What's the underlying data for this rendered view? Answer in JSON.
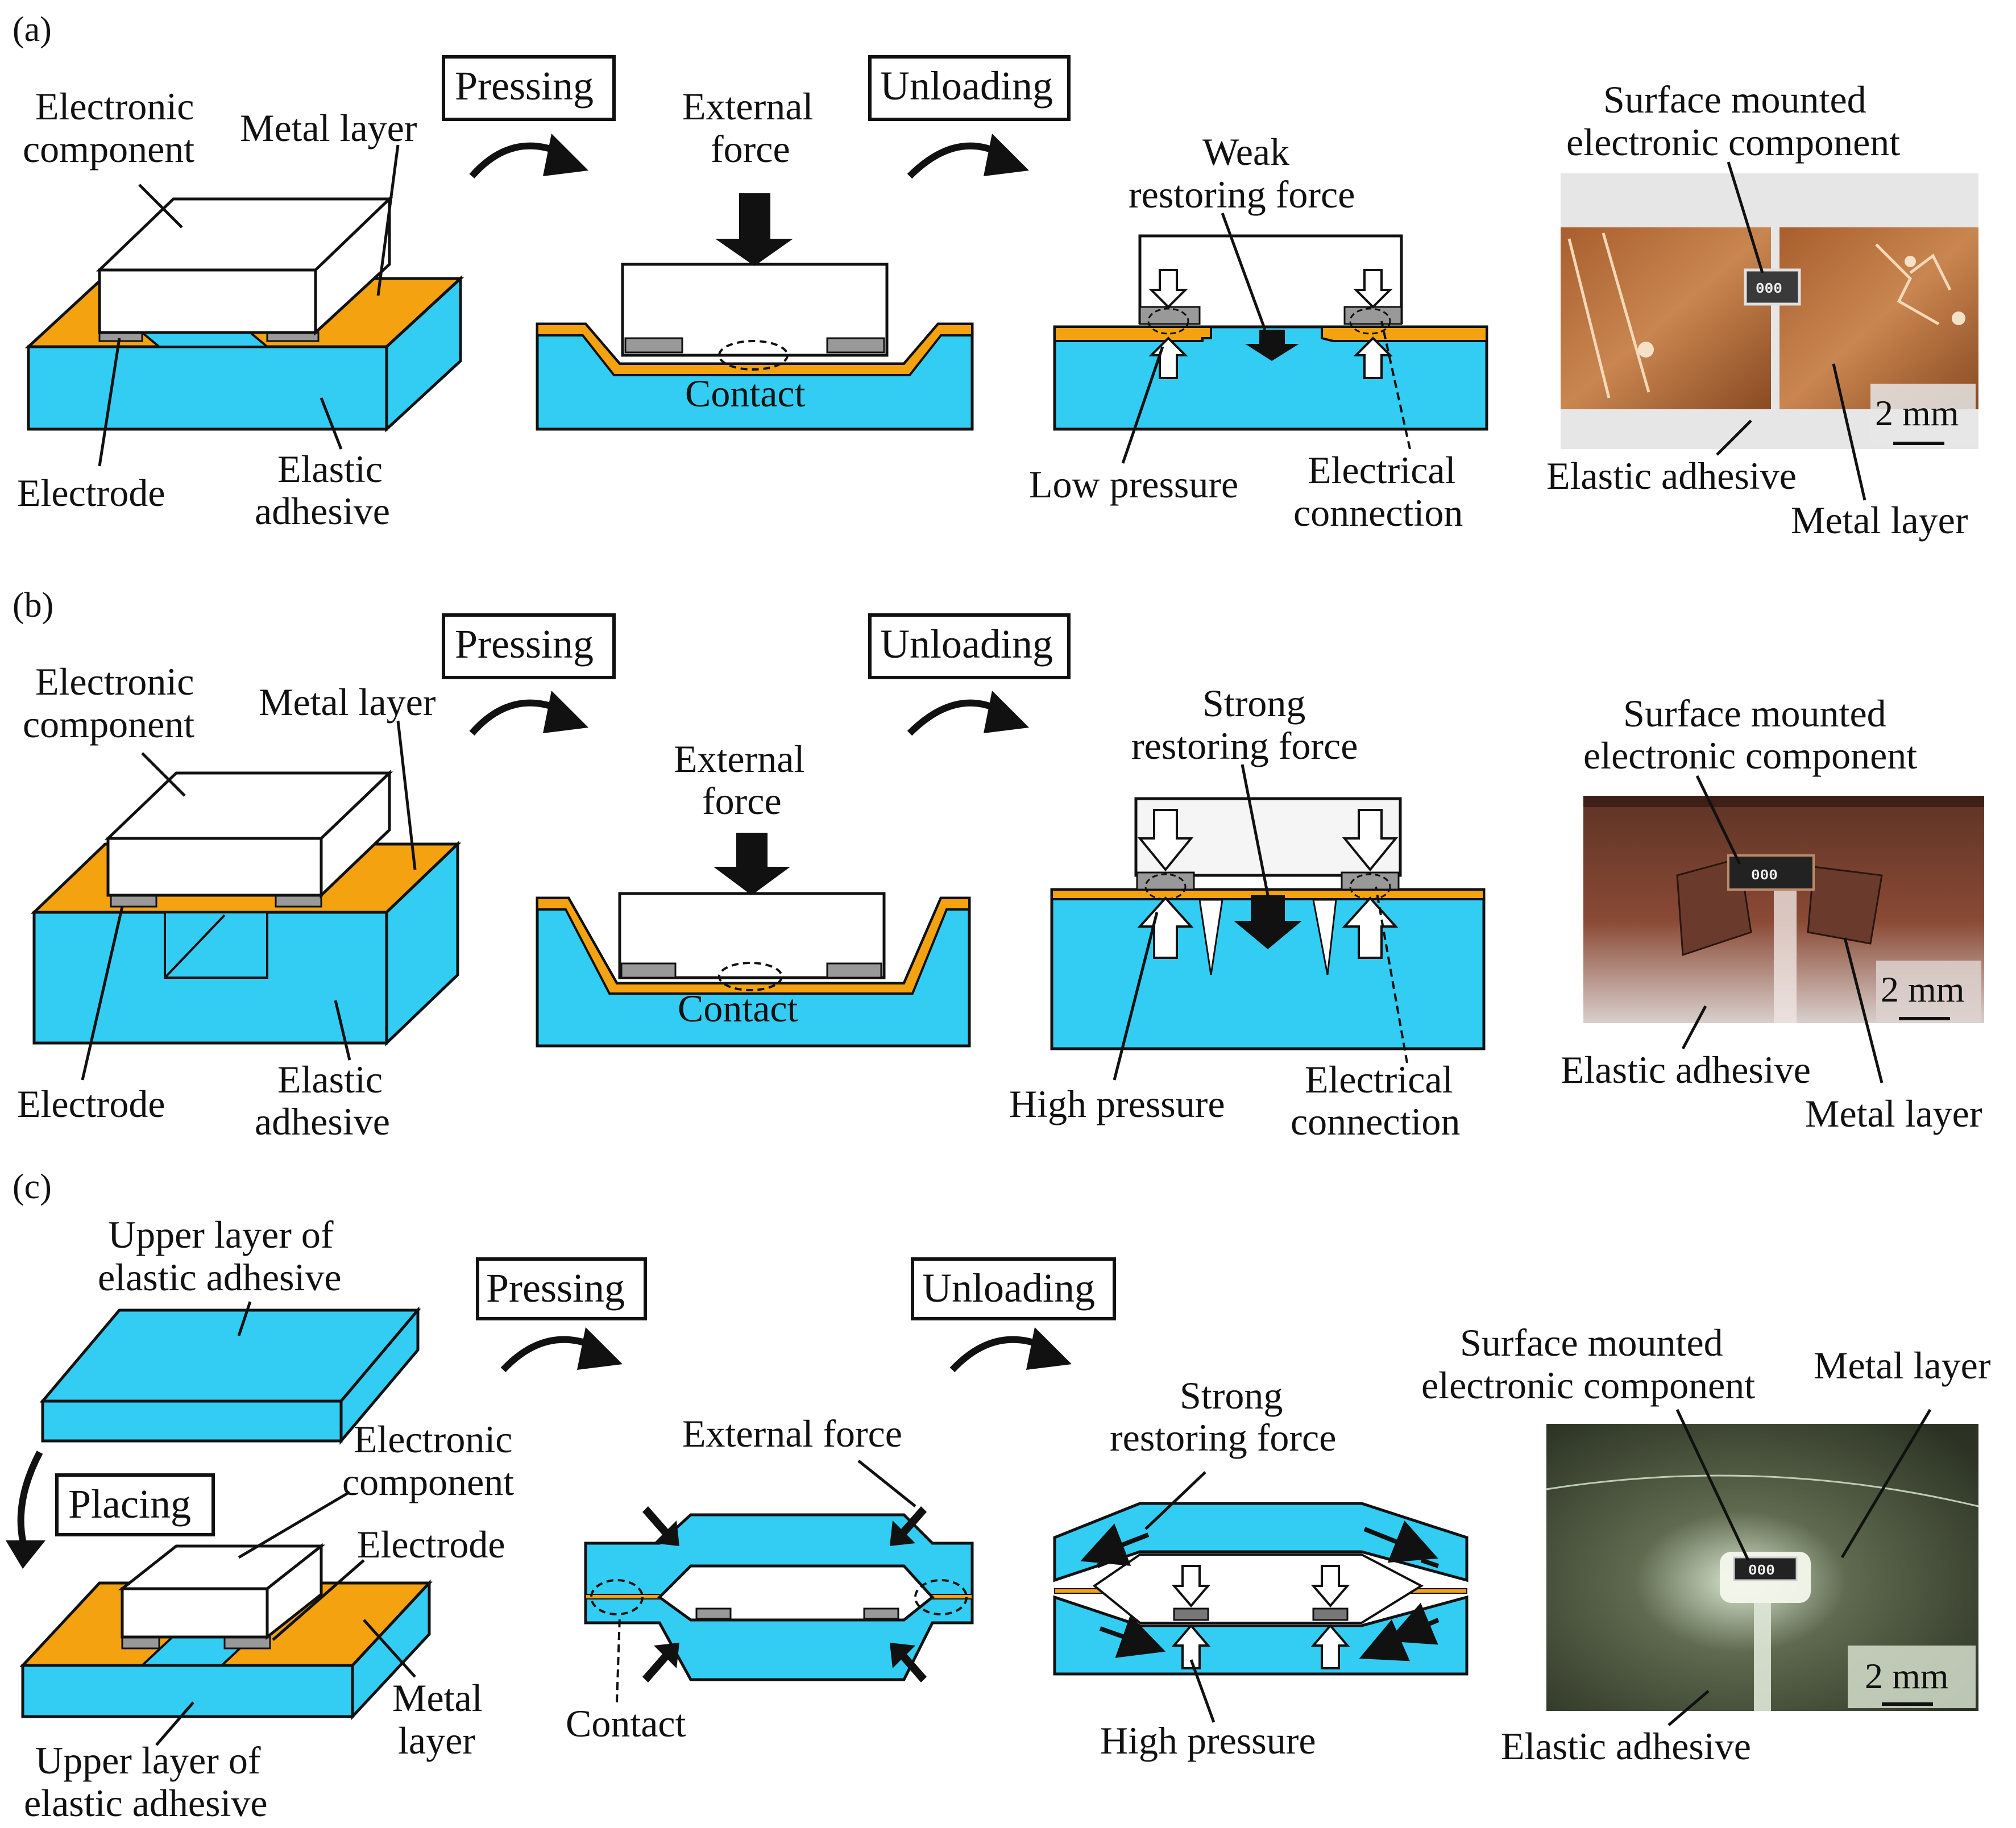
{
  "panels": {
    "a": {
      "tag": "(a)",
      "component": [
        "Electronic",
        "component"
      ],
      "metal": "Metal layer",
      "electrode": "Electrode",
      "adhesive": [
        "Elastic",
        "adhesive"
      ],
      "pressing": "Pressing",
      "unloading": "Unloading",
      "external_force": [
        "External",
        "force"
      ],
      "contact": "Contact",
      "restoring": [
        "Weak",
        "restoring force"
      ],
      "pressure": "Low pressure",
      "connection": [
        "Electrical",
        "connection"
      ],
      "photo_component": [
        "Surface mounted",
        "electronic component"
      ],
      "photo_adhesive": "Elastic adhesive",
      "photo_metal": "Metal layer",
      "scale": "2 mm"
    },
    "b": {
      "tag": "(b)",
      "component": [
        "Electronic",
        "component"
      ],
      "metal": "Metal layer",
      "electrode": "Electrode",
      "adhesive": [
        "Elastic",
        "adhesive"
      ],
      "pressing": "Pressing",
      "unloading": "Unloading",
      "external_force": [
        "External",
        "force"
      ],
      "contact": "Contact",
      "restoring": [
        "Strong",
        "restoring force"
      ],
      "pressure": "High pressure",
      "connection": [
        "Electrical",
        "connection"
      ],
      "photo_component": [
        "Surface mounted",
        "electronic component"
      ],
      "photo_adhesive": "Elastic adhesive",
      "photo_metal": "Metal layer",
      "scale": "2 mm"
    },
    "c": {
      "tag": "(c)",
      "upper": [
        "Upper layer of",
        "elastic adhesive"
      ],
      "placing": "Placing",
      "component": [
        "Electronic",
        "component"
      ],
      "electrode": "Electrode",
      "metal": [
        "Metal",
        "layer"
      ],
      "lower": [
        "Upper layer of",
        "elastic adhesive"
      ],
      "pressing": "Pressing",
      "unloading": "Unloading",
      "external_force": "External force",
      "contact": "Contact",
      "restoring": [
        "Strong",
        "restoring force"
      ],
      "pressure": "High pressure",
      "photo_component": [
        "Surface mounted",
        "electronic component"
      ],
      "photo_metal": "Metal layer",
      "photo_adhesive": "Elastic adhesive",
      "scale": "2 mm"
    }
  },
  "colors": {
    "adhesive": "#33ccf2",
    "metal": "#f4a20f",
    "electrode": "#999999",
    "component": "#ffffff",
    "stroke": "#111111"
  }
}
